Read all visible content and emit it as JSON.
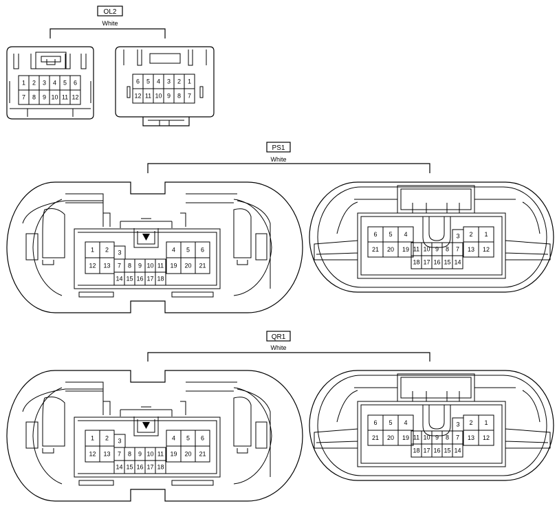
{
  "groups": [
    {
      "id": "ol2",
      "label": "OL2",
      "color": "White",
      "left": {
        "top": [
          "1",
          "2",
          "3",
          "4",
          "5",
          "6"
        ],
        "bottom": [
          "7",
          "8",
          "9",
          "10",
          "11",
          "12"
        ]
      },
      "right": {
        "top": [
          "6",
          "5",
          "4",
          "3",
          "2",
          "1"
        ],
        "bottom": [
          "12",
          "11",
          "10",
          "9",
          "8",
          "7"
        ]
      }
    },
    {
      "id": "ps1",
      "label": "PS1",
      "color": "White"
    },
    {
      "id": "qr1",
      "label": "QR1",
      "color": "White"
    }
  ],
  "big_connector": {
    "left": {
      "a_top": [
        "1",
        "2"
      ],
      "a_bot": [
        "12",
        "13"
      ],
      "c_mid": [
        "3"
      ],
      "b_top": [
        "7",
        "8",
        "9",
        "10",
        "11"
      ],
      "b_bot": [
        "14",
        "15",
        "16",
        "17",
        "18"
      ],
      "d_top": [
        "4",
        "5",
        "6"
      ],
      "d_bot": [
        "19",
        "20",
        "21"
      ]
    },
    "right": {
      "a_top": [
        "6",
        "5",
        "4"
      ],
      "a_bot": [
        "21",
        "20",
        "19"
      ],
      "b_top": [
        "11",
        "10",
        "9",
        "8",
        "7"
      ],
      "b_bot": [
        "18",
        "17",
        "16",
        "15",
        "14"
      ],
      "c_mid": [
        "3"
      ],
      "d_top": [
        "2",
        "1"
      ],
      "d_bot": [
        "13",
        "12"
      ]
    }
  }
}
